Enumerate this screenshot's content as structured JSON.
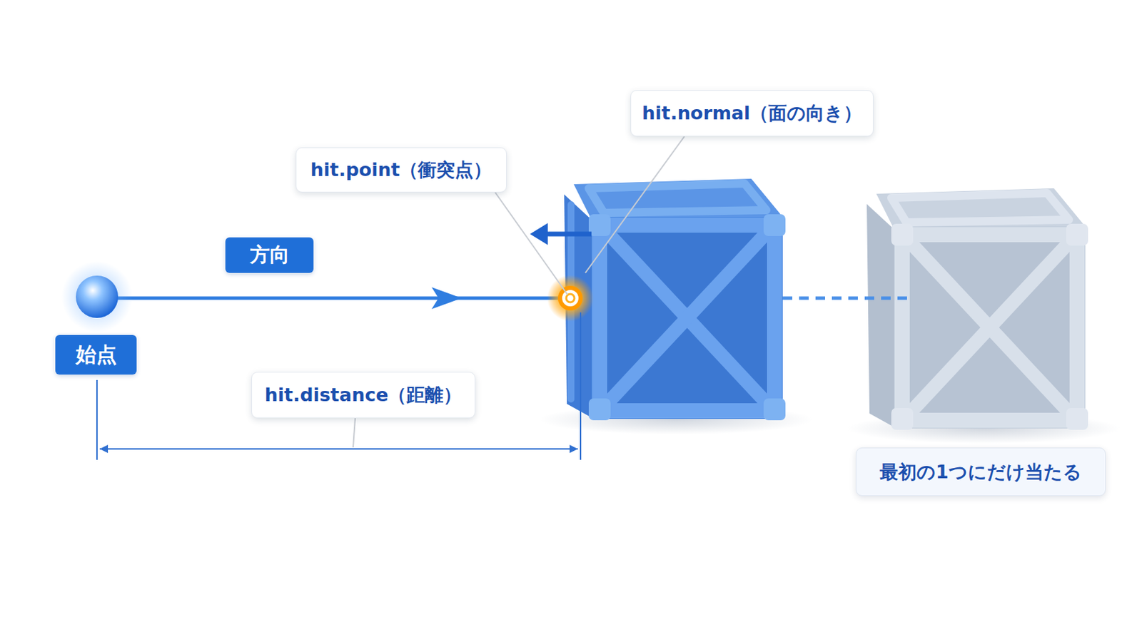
{
  "diagram": {
    "nodes": [
      {
        "text": [
          "hit.normal（面の向き）"
        ]
      },
      {
        "text": [
          "hit.point（衝突点）"
        ]
      },
      {
        "text": [
          "方向"
        ]
      },
      {
        "text": [
          "始点"
        ]
      },
      {
        "text": [
          "hit.distance（距離）"
        ]
      },
      {
        "text": [
          "最初の1つにだけ当たる"
        ]
      }
    ]
  }
}
